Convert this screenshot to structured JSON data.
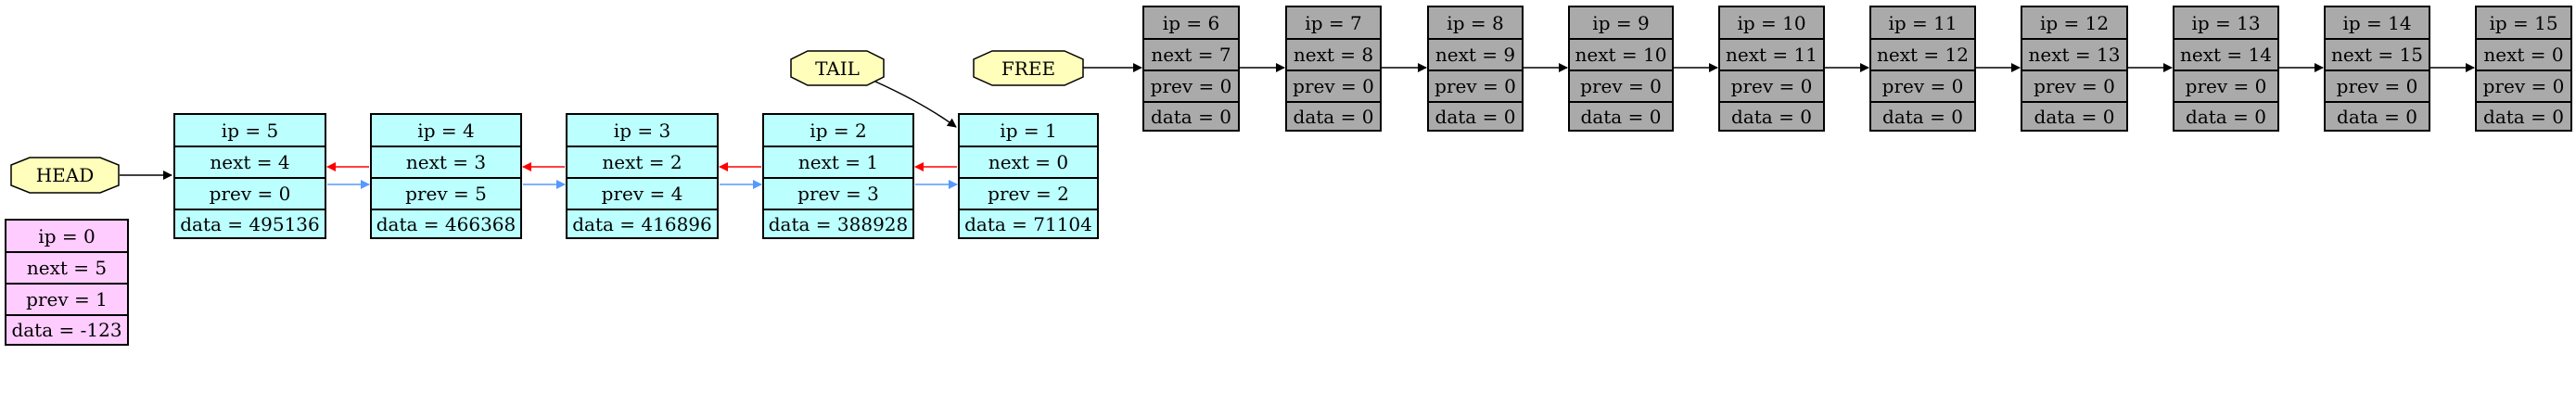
{
  "labels": {
    "head": "HEAD",
    "tail": "TAIL",
    "free": "FREE"
  },
  "colors": {
    "zero_node": "#ffccff",
    "used_node": "#bbffff",
    "free_node": "#aaaaaa",
    "pointer": "#ffffbb",
    "next_edge": "#ff0000",
    "prev_edge": "#5599ff",
    "free_edge": "#000000"
  },
  "nodes": [
    {
      "id": "n0",
      "kind": "zero",
      "lines": [
        "ip = 0",
        "next = 5",
        "prev = 1",
        "data = -123"
      ]
    },
    {
      "id": "n5",
      "kind": "used",
      "lines": [
        "ip = 5",
        "next = 4",
        "prev = 0",
        "data = 495136"
      ]
    },
    {
      "id": "n4",
      "kind": "used",
      "lines": [
        "ip = 4",
        "next = 3",
        "prev = 5",
        "data = 466368"
      ]
    },
    {
      "id": "n3",
      "kind": "used",
      "lines": [
        "ip = 3",
        "next = 2",
        "prev = 4",
        "data = 416896"
      ]
    },
    {
      "id": "n2",
      "kind": "used",
      "lines": [
        "ip = 2",
        "next = 1",
        "prev = 3",
        "data = 388928"
      ]
    },
    {
      "id": "n1",
      "kind": "used",
      "lines": [
        "ip = 1",
        "next = 0",
        "prev = 2",
        "data = 71104"
      ]
    },
    {
      "id": "n6",
      "kind": "free",
      "lines": [
        "ip = 6",
        "next = 7",
        "prev = 0",
        "data = 0"
      ]
    },
    {
      "id": "n7",
      "kind": "free",
      "lines": [
        "ip = 7",
        "next = 8",
        "prev = 0",
        "data = 0"
      ]
    },
    {
      "id": "n8",
      "kind": "free",
      "lines": [
        "ip = 8",
        "next = 9",
        "prev = 0",
        "data = 0"
      ]
    },
    {
      "id": "n9",
      "kind": "free",
      "lines": [
        "ip = 9",
        "next = 10",
        "prev = 0",
        "data = 0"
      ]
    },
    {
      "id": "n10",
      "kind": "free",
      "lines": [
        "ip = 10",
        "next = 11",
        "prev = 0",
        "data = 0"
      ]
    },
    {
      "id": "n11",
      "kind": "free",
      "lines": [
        "ip = 11",
        "next = 12",
        "prev = 0",
        "data = 0"
      ]
    },
    {
      "id": "n12",
      "kind": "free",
      "lines": [
        "ip = 12",
        "next = 13",
        "prev = 0",
        "data = 0"
      ]
    },
    {
      "id": "n13",
      "kind": "free",
      "lines": [
        "ip = 13",
        "next = 14",
        "prev = 0",
        "data = 0"
      ]
    },
    {
      "id": "n14",
      "kind": "free",
      "lines": [
        "ip = 14",
        "next = 15",
        "prev = 0",
        "data = 0"
      ]
    },
    {
      "id": "n15",
      "kind": "free",
      "lines": [
        "ip = 15",
        "next = 0",
        "prev = 0",
        "data = 0"
      ]
    }
  ]
}
